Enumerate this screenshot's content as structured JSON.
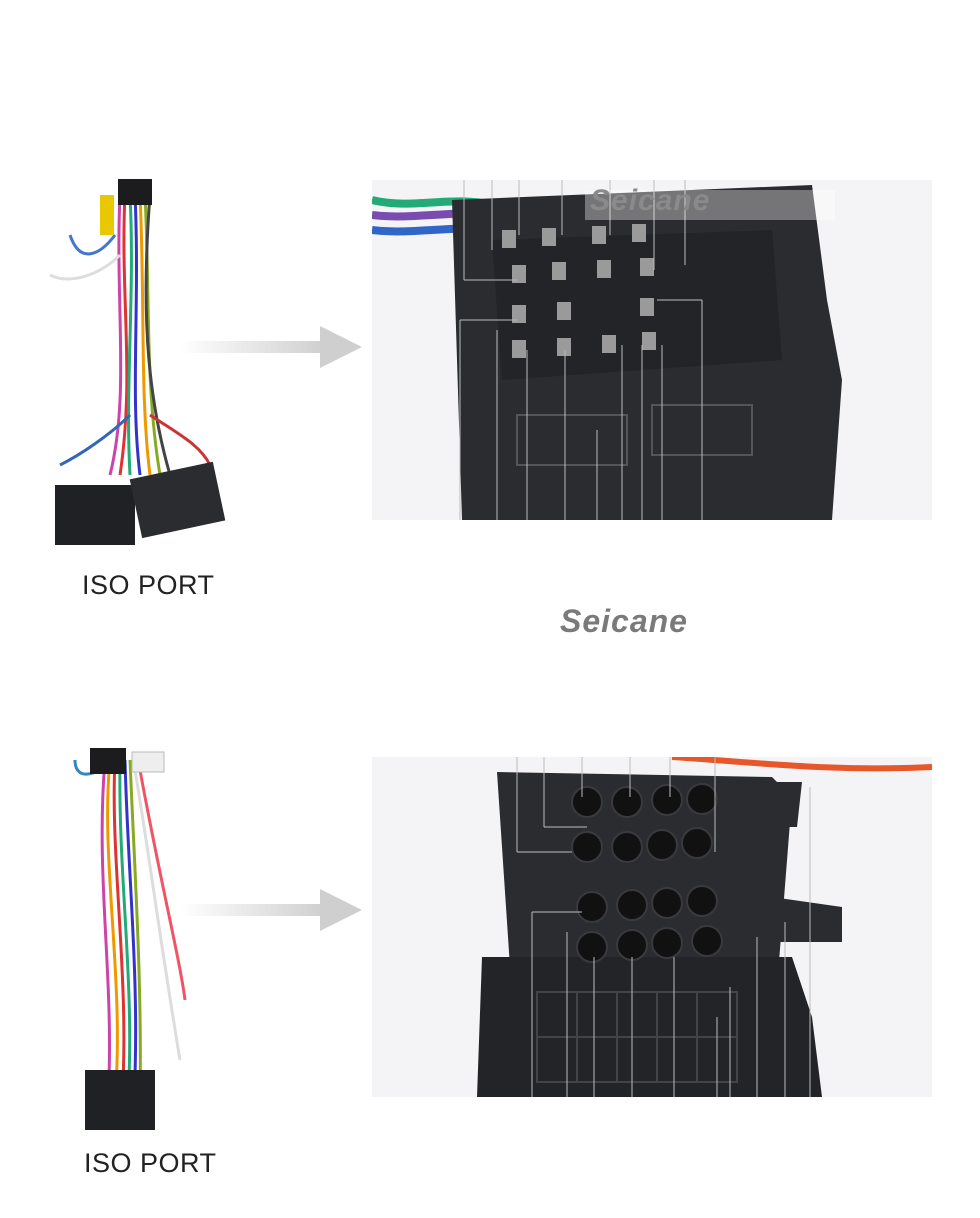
{
  "section_top": {
    "caption": "ISO PORT",
    "photo_watermark": "Seicane"
  },
  "center_watermark": "Seicane",
  "section_bottom": {
    "caption": "ISO PORT"
  },
  "colors": {
    "connector_body": "#2b2c30",
    "photo_bg": "#f3f3f5",
    "arrow": "#d8d8d8",
    "watermark": "#7a7a7a"
  }
}
